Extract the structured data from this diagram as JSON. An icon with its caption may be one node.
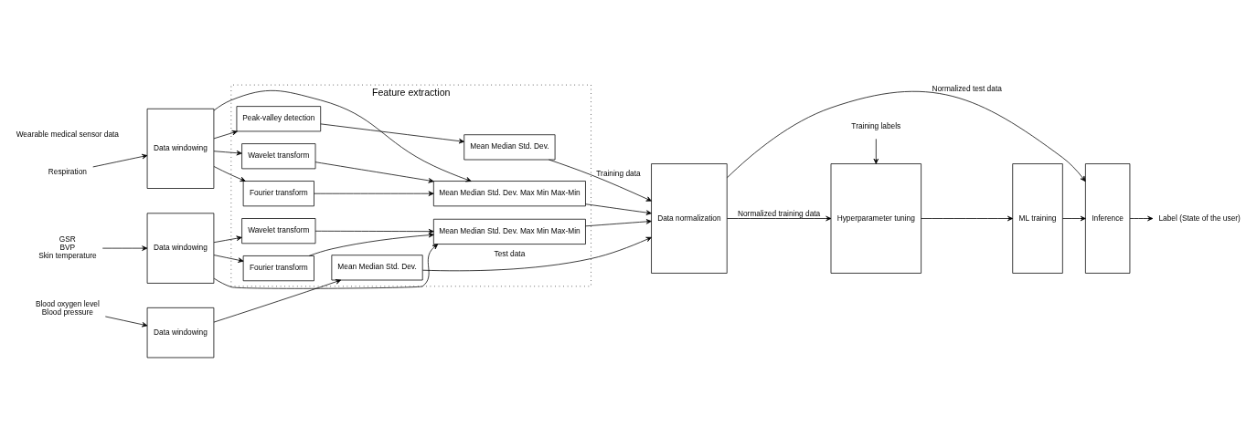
{
  "diagram": {
    "nodes": [
      {
        "text": [
          "Respiration"
        ]
      },
      {
        "text": [
          "GSR",
          "BVP",
          "Skin temperature"
        ]
      },
      {
        "text": [
          "Blood oxygen level",
          "Blood pressure"
        ]
      },
      {
        "text": [
          "Data windowing"
        ]
      },
      {
        "text": [
          "Data windowing"
        ]
      },
      {
        "text": [
          "Data windowing"
        ]
      },
      {
        "text": [
          "Feature extraction"
        ]
      },
      {
        "text": [
          "Peak-valley detection"
        ],
        "in": 6
      },
      {
        "text": [
          "Mean Median Std. Dev."
        ],
        "in": 6
      },
      {
        "text": [
          "Wavelet transform"
        ],
        "in": 6
      },
      {
        "text": [
          "Fourier transform"
        ],
        "in": 6
      },
      {
        "text": [
          "Mean Median Std. Dev. Max Min Max-Min"
        ],
        "in": 6
      },
      {
        "text": [
          "Wavelet transform"
        ],
        "in": 6
      },
      {
        "text": [
          "Fourier transform"
        ],
        "in": 6
      },
      {
        "text": [
          "Mean Median Std. Dev. Max Min Max-Min"
        ],
        "in": 6
      },
      {
        "text": [
          "Mean Median Std. Dev."
        ],
        "in": 6
      },
      {
        "text": [
          "Data normalization"
        ]
      },
      {
        "text": [
          "Training labels"
        ]
      },
      {
        "text": [
          "Hyperparameter tuning"
        ]
      },
      {
        "text": [
          "ML training"
        ]
      },
      {
        "text": [
          "Inference"
        ]
      },
      {
        "text": [
          "Label (State of the user)"
        ]
      }
    ],
    "edges": [
      {
        "from": 0,
        "to": 3,
        "arrow": "to"
      },
      {
        "from": 1,
        "to": 4,
        "arrow": "to"
      },
      {
        "from": 2,
        "to": 5,
        "arrow": "to"
      },
      {
        "from": 3,
        "to": 7,
        "arrow": "to"
      },
      {
        "from": 3,
        "to": 11,
        "arrow": "to"
      },
      {
        "from": 3,
        "to": 9,
        "arrow": "to"
      },
      {
        "from": 3,
        "to": 10,
        "arrow": "to"
      },
      {
        "from": 7,
        "to": 8,
        "arrow": "to"
      },
      {
        "from": 9,
        "to": 11,
        "arrow": "to"
      },
      {
        "from": 10,
        "to": 11,
        "arrow": "to"
      },
      {
        "from": 4,
        "to": 14,
        "arrow": "to"
      },
      {
        "from": 4,
        "to": 12,
        "arrow": "to"
      },
      {
        "from": 4,
        "to": 13,
        "arrow": "to"
      },
      {
        "from": 12,
        "to": 14,
        "arrow": "to"
      },
      {
        "from": 13,
        "to": 14,
        "arrow": "to"
      },
      {
        "from": 5,
        "to": 15,
        "arrow": "to"
      },
      {
        "from": 8,
        "to": 16,
        "arrow": "to",
        "label": "Training data"
      },
      {
        "from": 11,
        "to": 16,
        "arrow": "to"
      },
      {
        "from": 14,
        "to": 16,
        "arrow": "to"
      },
      {
        "from": 15,
        "to": 16,
        "arrow": "to",
        "label": "Test data"
      },
      {
        "from": 16,
        "to": 20,
        "arrow": "to",
        "label": "Normalized test data"
      },
      {
        "from": 16,
        "to": 18,
        "arrow": "to",
        "label": "Normalized training data"
      },
      {
        "from": 17,
        "to": 18,
        "arrow": "to"
      },
      {
        "from": 18,
        "to": 19,
        "arrow": "to"
      },
      {
        "from": 19,
        "to": 20,
        "arrow": "to"
      },
      {
        "from": 20,
        "to": 21,
        "arrow": "to"
      }
    ],
    "labels": [
      "Wearable medical sensor data"
    ]
  }
}
